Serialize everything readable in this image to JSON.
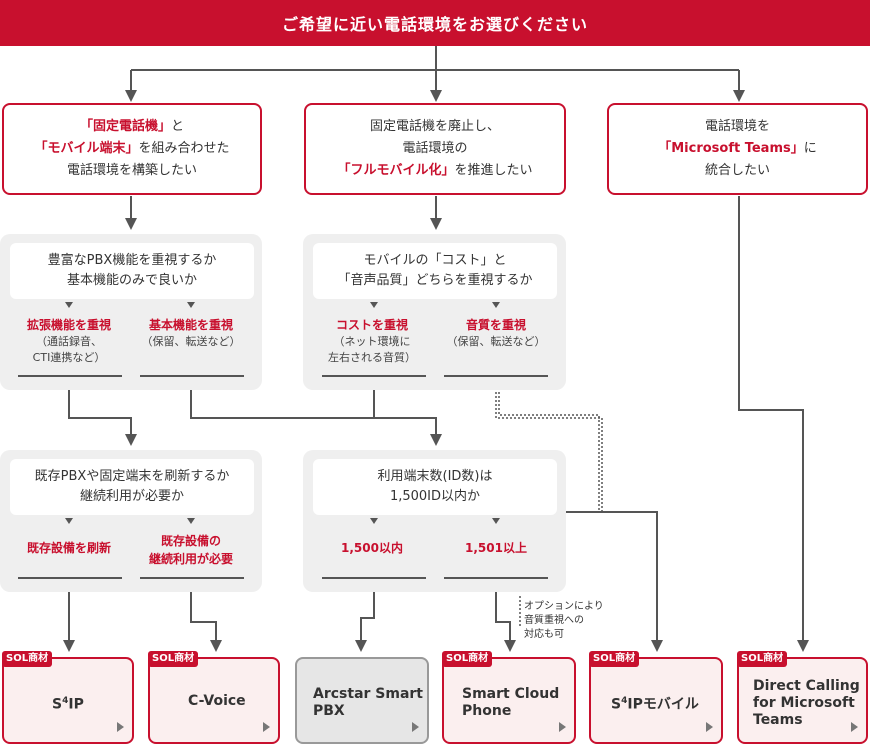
{
  "header": {
    "title": "ご希望に近い電話環境をお選びください"
  },
  "top": {
    "left": {
      "l1_red": "「固定電話機」",
      "l1_tail": "と",
      "l2_red": "「モバイル端末」",
      "l2_tail": "を組み合わせた",
      "l3": "電話環境を構築したい"
    },
    "center": {
      "l1": "固定電話機を廃止し、",
      "l2": "電話環境の",
      "l3_red": "「フルモバイル化」",
      "l3_tail": "を推進したい"
    },
    "right": {
      "l1": "電話環境を",
      "l2_red": "「Microsoft Teams」",
      "l2_tail": "に",
      "l3": "統合したい"
    }
  },
  "q1": {
    "line1": "豊富なPBX機能を重視するか",
    "line2": "基本機能のみで良いか",
    "opt_a": {
      "label": "拡張機能を重視",
      "sub1": "（通話録音、",
      "sub2": "CTI連携など）"
    },
    "opt_b": {
      "label": "基本機能を重視",
      "sub1": "（保留、転送など）"
    }
  },
  "q2": {
    "line1": "モバイルの「コスト」と",
    "line2": "「音声品質」どちらを重視するか",
    "opt_a": {
      "label": "コストを重視",
      "sub1": "（ネット環境に",
      "sub2": "左右される音質）"
    },
    "opt_b": {
      "label": "音質を重視",
      "sub1": "（保留、転送など）"
    }
  },
  "q3": {
    "line1": "既存PBXや固定端末を刷新するか",
    "line2": "継続利用が必要か",
    "opt_a": {
      "label": "既存設備を刷新"
    },
    "opt_b": {
      "label1": "既存設備の",
      "label2": "継続利用が必要"
    }
  },
  "q4": {
    "line1": "利用端末数(ID数)は",
    "line2": "1,500ID以内か",
    "opt_a": {
      "label": "1,500以内"
    },
    "opt_b": {
      "label": "1,501以上"
    }
  },
  "note": {
    "l1": "オプションにより",
    "l2": "音質重視への",
    "l3": "対応も可"
  },
  "badge": "SOL商材",
  "products": [
    {
      "name_pre": "S",
      "name_sup": "4",
      "name_post": "IP",
      "sol": true
    },
    {
      "name": "C-Voice",
      "sol": true
    },
    {
      "name1": "Arcstar Smart",
      "name2": "PBX",
      "sol": false
    },
    {
      "name1": "Smart Cloud",
      "name2": "Phone",
      "sol": true
    },
    {
      "name_pre": "S",
      "name_sup": "4",
      "name_post": "IPモバイル",
      "sol": true
    },
    {
      "name1": "Direct Calling",
      "name2": "for Microsoft",
      "name3": "Teams",
      "sol": true
    }
  ],
  "colors": {
    "accent": "#c8102e",
    "line": "#555555",
    "panel": "#efefef",
    "product_bg": "#fbefef"
  }
}
